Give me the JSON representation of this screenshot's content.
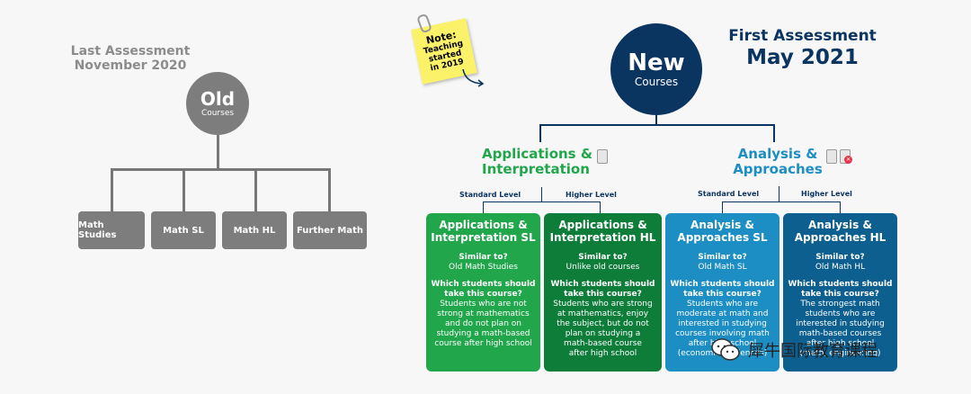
{
  "old": {
    "heading": [
      "Last Assessment",
      "November 2020"
    ],
    "circle": {
      "title": "Old",
      "subtitle": "Courses"
    },
    "boxes": [
      "Math Studies",
      "Math SL",
      "Math HL",
      "Further Math"
    ]
  },
  "new": {
    "heading": [
      "First Assessment",
      "May 2021"
    ],
    "circle": {
      "title": "New",
      "subtitle": "Courses"
    },
    "note": {
      "label": "Note:",
      "lines": [
        "Teaching",
        "started",
        "in 2019"
      ]
    },
    "branches": [
      {
        "title": [
          "Applications &",
          "Interpretation"
        ],
        "levels": [
          "Standard Level",
          "Higher Level"
        ]
      },
      {
        "title": [
          "Analysis &",
          "Approaches"
        ],
        "levels": [
          "Standard Level",
          "Higher Level"
        ]
      }
    ],
    "cards": [
      {
        "title": [
          "Applications &",
          "Interpretation SL"
        ],
        "similar_q": "Similar to?",
        "similar_a": "Old Math Studies",
        "who_q": [
          "Which students should",
          "take this course?"
        ],
        "who_a": [
          "Students who are not",
          "strong at mathematics",
          "and do not plan on",
          "studying a math-based",
          "course after high school"
        ],
        "color": "#21a64b"
      },
      {
        "title": [
          "Applications &",
          "Interpretation HL"
        ],
        "similar_q": "Similar to?",
        "similar_a": "Unlike old courses",
        "who_q": [
          "Which students should",
          "take this course?"
        ],
        "who_a": [
          "Students who are strong",
          "at mathematics, enjoy",
          "the subject, but do not",
          "plan on studying a",
          "math-based course",
          "after high school"
        ],
        "color": "#0e7d3a"
      },
      {
        "title": [
          "Analysis &",
          "Approaches SL"
        ],
        "similar_q": "Similar to?",
        "similar_a": "Old Math SL",
        "who_q": [
          "Which students should",
          "take this course?"
        ],
        "who_a": [
          "Students who are",
          "moderate at math and",
          "interested in studying",
          "courses involving math",
          "after high school",
          "(economics, sciences)"
        ],
        "color": "#1d8ec4"
      },
      {
        "title": [
          "Analysis &",
          "Approaches HL"
        ],
        "similar_q": "Similar to?",
        "similar_a": "Old Math HL",
        "who_q": [
          "Which students should",
          "take this course?"
        ],
        "who_a": [
          "The strongest math",
          "students who are",
          "interested in studying",
          "math-based courses",
          "after high school",
          "(math, engineering)"
        ],
        "color": "#0c5f8f"
      }
    ]
  },
  "watermark": "犀牛国际教育课程",
  "colors": {
    "navy": "#0b3561",
    "green": "#21a64b",
    "blue": "#1d8ec4",
    "gray": "#7d7d7d"
  }
}
